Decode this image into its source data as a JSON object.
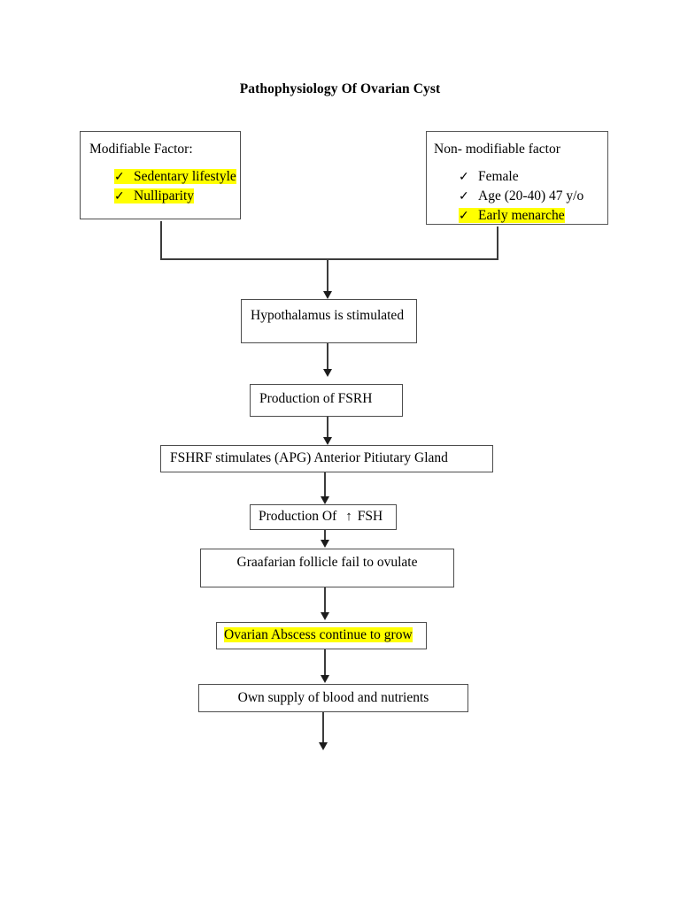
{
  "document": {
    "title": "Pathophysiology Of Ovarian Cyst"
  },
  "colors": {
    "highlight": "#ffff00",
    "box_border": "#4d4d4d",
    "connector": "#3c3c3c",
    "text": "#000000",
    "page_background": "#ffffff"
  },
  "factors": {
    "modifiable": {
      "heading": "Modifiable Factor:",
      "items": [
        {
          "check": "✓",
          "label": "Sedentary lifestyle",
          "highlighted": true
        },
        {
          "check": "✓",
          "label": "Nulliparity",
          "highlighted": true
        }
      ]
    },
    "non_modifiable": {
      "heading": "Non- modifiable factor",
      "items": [
        {
          "check": "✓",
          "label": "Female",
          "highlighted": false
        },
        {
          "check": "✓",
          "label": "Age (20-40) 47 y/o",
          "highlighted": false
        },
        {
          "check": "✓",
          "label": "Early menarche",
          "highlighted": true
        }
      ]
    }
  },
  "flow": {
    "steps": [
      {
        "id": "hypothalamus",
        "label": "Hypothalamus is stimulated",
        "highlighted": false
      },
      {
        "id": "fsrh",
        "label": "Production of FSRH",
        "highlighted": false
      },
      {
        "id": "fshrf",
        "label": "FSHRF stimulates (APG) Anterior Pitiutary Gland",
        "highlighted": false
      },
      {
        "id": "fsh",
        "label_before": "Production Of",
        "arrow_glyph": "↑",
        "label_after": "FSH",
        "highlighted": false
      },
      {
        "id": "graafarian",
        "label": "Graafarian follicle fail to ovulate",
        "highlighted": false
      },
      {
        "id": "abscess",
        "label": "Ovarian Abscess continue to grow",
        "highlighted": true
      },
      {
        "id": "supply",
        "label": "Own supply of blood and  nutrients",
        "highlighted": false
      }
    ]
  }
}
